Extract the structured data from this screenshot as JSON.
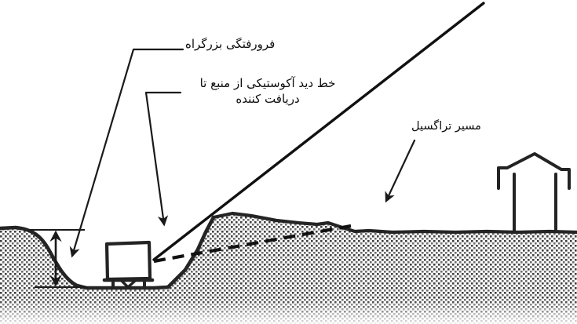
{
  "figure": {
    "type": "cross-section-diagram",
    "description": "Noise transmission cross-section of a highway depression (cut), a truck noise source, sloping terrain and a receiver house",
    "background_color": "#ffffff",
    "ink_color": "#1a1a1a",
    "ground_fill": "stipple-dot-pattern"
  },
  "labels": {
    "highway_cut": "فرورفتگی بزرگراه",
    "sight_line": "خط دید آکوستیکی از منبع تا دریافت کننده",
    "transmission_path": "مسیر تراگسیل"
  },
  "elements": {
    "source": "truck-noise-source",
    "receiver": "house-receiver",
    "depth_dimension": "cut-depth-double-arrow",
    "sight_line_style": "solid",
    "transmission_path_style": "dashed",
    "leader_highway_cut": "leader-line-with-arrow",
    "leader_sight_line": "leader-line-with-arrow",
    "leader_transmission_path": "leader-line-with-arrow"
  },
  "colors": {
    "ink": "#1a1a1a",
    "paper": "#ffffff",
    "stipple": "#4a4a4a"
  }
}
